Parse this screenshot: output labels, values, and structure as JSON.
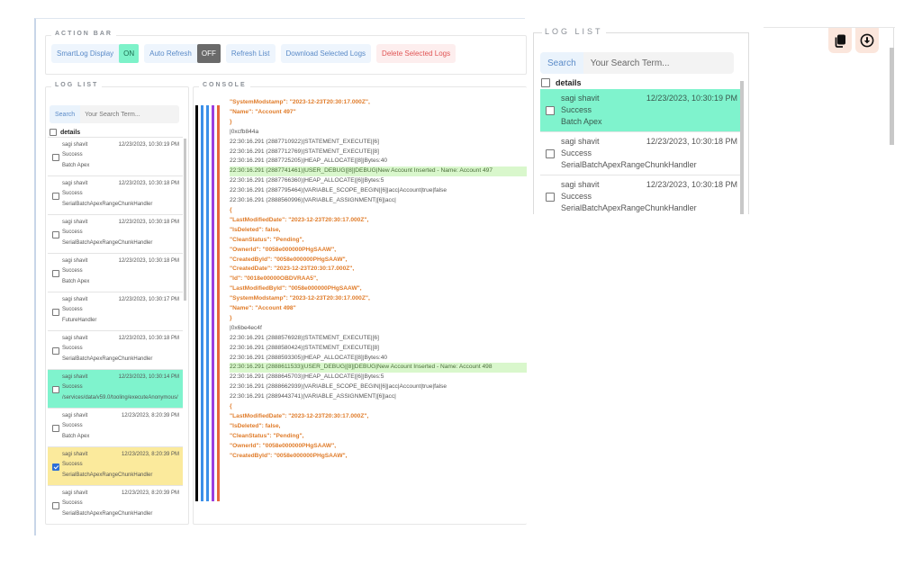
{
  "action_bar": {
    "legend": "ACTION BAR",
    "smartlog_label": "SmartLog Display",
    "smartlog_state": "ON",
    "auto_refresh_label": "Auto Refresh",
    "auto_refresh_state": "OFF",
    "refresh_list": "Refresh List",
    "download_selected": "Download Selected Logs",
    "delete_selected": "Delete Selected Logs",
    "colors": {
      "on": "#7df2c9",
      "off": "#6a6a6a",
      "danger_text": "#e05555",
      "primary_text": "#5b8bc8"
    }
  },
  "log_list": {
    "legend": "LOG LIST",
    "search_label": "Search",
    "search_placeholder": "Your Search Term...",
    "details_header": "details",
    "items": [
      {
        "user": "sagi shavit",
        "time": "12/23/2023, 10:30:19 PM",
        "status": "Success",
        "operation": "Batch Apex",
        "checked": false,
        "highlight": "none"
      },
      {
        "user": "sagi shavit",
        "time": "12/23/2023, 10:30:18 PM",
        "status": "Success",
        "operation": "SerialBatchApexRangeChunkHandler",
        "checked": false,
        "highlight": "none"
      },
      {
        "user": "sagi shavit",
        "time": "12/23/2023, 10:30:18 PM",
        "status": "Success",
        "operation": "SerialBatchApexRangeChunkHandler",
        "checked": false,
        "highlight": "none"
      },
      {
        "user": "sagi shavit",
        "time": "12/23/2023, 10:30:18 PM",
        "status": "Success",
        "operation": "Batch Apex",
        "checked": false,
        "highlight": "none"
      },
      {
        "user": "sagi shavit",
        "time": "12/23/2023, 10:30:17 PM",
        "status": "Success",
        "operation": "FutureHandler",
        "checked": false,
        "highlight": "none"
      },
      {
        "user": "sagi shavit",
        "time": "12/23/2023, 10:30:18 PM",
        "status": "Success",
        "operation": "SerialBatchApexRangeChunkHandler",
        "checked": false,
        "highlight": "none"
      },
      {
        "user": "sagi shavit",
        "time": "12/23/2023, 10:30:14 PM",
        "status": "Success",
        "operation": "/services/data/v59.0/tooling/executeAnonymous/",
        "checked": false,
        "highlight": "green"
      },
      {
        "user": "sagi shavit",
        "time": "12/23/2023, 8:20:39 PM",
        "status": "Success",
        "operation": "Batch Apex",
        "checked": false,
        "highlight": "none"
      },
      {
        "user": "sagi shavit",
        "time": "12/23/2023, 8:20:39 PM",
        "status": "Success",
        "operation": "SerialBatchApexRangeChunkHandler",
        "checked": true,
        "highlight": "yellow"
      },
      {
        "user": "sagi shavit",
        "time": "12/23/2023, 8:20:39 PM",
        "status": "Success",
        "operation": "SerialBatchApexRangeChunkHandler",
        "checked": false,
        "highlight": "none"
      }
    ]
  },
  "console": {
    "legend": "CONSOLE",
    "bar_colors": [
      "#000000",
      "#3b8fe8",
      "#3b8fe8",
      "#9b3fe0",
      "#e8673b"
    ],
    "lines": [
      {
        "t": "  \"SystemModstamp\": \"2023-12-23T20:30:17.000Z\",",
        "k": "j"
      },
      {
        "t": "  \"Name\": \"Account 497\"",
        "k": "j"
      },
      {
        "t": "}",
        "k": "j"
      },
      {
        "t": "|0xcfb844a",
        "k": ""
      },
      {
        "t": "22:30:16.291 (2887710922)|STATEMENT_EXECUTE|[6]",
        "k": ""
      },
      {
        "t": "22:30:16.291 (2887712769)|STATEMENT_EXECUTE|[8]",
        "k": ""
      },
      {
        "t": "22:30:16.291 (2887725205)|HEAP_ALLOCATE|[8]|Bytes:40",
        "k": ""
      },
      {
        "t": "22:30:16.291 (2887741461)|USER_DEBUG|[8]|DEBUG|New Account Inserted - Name: Account 497",
        "k": "dbg"
      },
      {
        "t": "22:30:16.291 (2887766360)|HEAP_ALLOCATE|[6]|Bytes:5",
        "k": ""
      },
      {
        "t": "22:30:16.291 (2887795464)|VARIABLE_SCOPE_BEGIN|[6]|acc|Account|true|false",
        "k": ""
      },
      {
        "t": "22:30:16.291 (2888560996)|VARIABLE_ASSIGNMENT|[6]|acc|",
        "k": ""
      },
      {
        "t": "{",
        "k": "j"
      },
      {
        "t": "  \"LastModifiedDate\": \"2023-12-23T20:30:17.000Z\",",
        "k": "j"
      },
      {
        "t": "  \"IsDeleted\": false,",
        "k": "j"
      },
      {
        "t": "  \"CleanStatus\": \"Pending\",",
        "k": "j"
      },
      {
        "t": "  \"OwnerId\": \"0058e000000PHgSAAW\",",
        "k": "j"
      },
      {
        "t": "  \"CreatedById\": \"0058e000000PHgSAAW\",",
        "k": "j"
      },
      {
        "t": "  \"CreatedDate\": \"2023-12-23T20:30:17.000Z\",",
        "k": "j"
      },
      {
        "t": "  \"Id\": \"0018e00000OBDVRAA5\",",
        "k": "hl"
      },
      {
        "t": "  \"LastModifiedById\": \"0058e000000PHgSAAW\",",
        "k": "j"
      },
      {
        "t": "  \"SystemModstamp\": \"2023-12-23T20:30:17.000Z\",",
        "k": "j"
      },
      {
        "t": "  \"Name\": \"Account 498\"",
        "k": "j"
      },
      {
        "t": "}",
        "k": "j"
      },
      {
        "t": "|0x6be4ec4f",
        "k": ""
      },
      {
        "t": "22:30:16.291 (2888576928)|STATEMENT_EXECUTE|[6]",
        "k": ""
      },
      {
        "t": "22:30:16.291 (2888580424)|STATEMENT_EXECUTE|[8]",
        "k": ""
      },
      {
        "t": "22:30:16.291 (2888593305)|HEAP_ALLOCATE|[8]|Bytes:40",
        "k": ""
      },
      {
        "t": "22:30:16.291 (2888611533)|USER_DEBUG|[8]|DEBUG|New Account Inserted - Name: Account 498",
        "k": "dbg"
      },
      {
        "t": "22:30:16.291 (2888645703)|HEAP_ALLOCATE|[6]|Bytes:5",
        "k": ""
      },
      {
        "t": "22:30:16.291 (2888662939)|VARIABLE_SCOPE_BEGIN|[6]|acc|Account|true|false",
        "k": ""
      },
      {
        "t": "22:30:16.291 (2889443741)|VARIABLE_ASSIGNMENT|[6]|acc|",
        "k": ""
      },
      {
        "t": "{",
        "k": "j"
      },
      {
        "t": "  \"LastModifiedDate\": \"2023-12-23T20:30:17.000Z\",",
        "k": "j"
      },
      {
        "t": "  \"IsDeleted\": false,",
        "k": "j"
      },
      {
        "t": "  \"CleanStatus\": \"Pending\",",
        "k": "j"
      },
      {
        "t": "  \"OwnerId\": \"0058e000000PHgSAAW\",",
        "k": "j"
      },
      {
        "t": "  \"CreatedById\": \"0058e000000PHgSAAW\",",
        "k": "j"
      }
    ]
  },
  "zoomed_log_list": {
    "legend": "LOG LIST",
    "search_label": "Search",
    "search_placeholder": "Your Search Term...",
    "details_header": "details",
    "items": [
      {
        "user": "sagi shavit",
        "time": "12/23/2023, 10:30:19 PM",
        "status": "Success",
        "operation": "Batch Apex",
        "highlight": "green"
      },
      {
        "user": "sagi shavit",
        "time": "12/23/2023, 10:30:18 PM",
        "status": "Success",
        "operation": "SerialBatchApexRangeChunkHandler",
        "highlight": "none"
      },
      {
        "user": "sagi shavit",
        "time": "12/23/2023, 10:30:18 PM",
        "status": "Success",
        "operation": "SerialBatchApexRangeChunkHandler",
        "highlight": "none"
      }
    ]
  },
  "toolbar_icons": {
    "copy": "copy-icon",
    "download": "download-circle-icon",
    "button_bg": "#fbe6dc"
  }
}
